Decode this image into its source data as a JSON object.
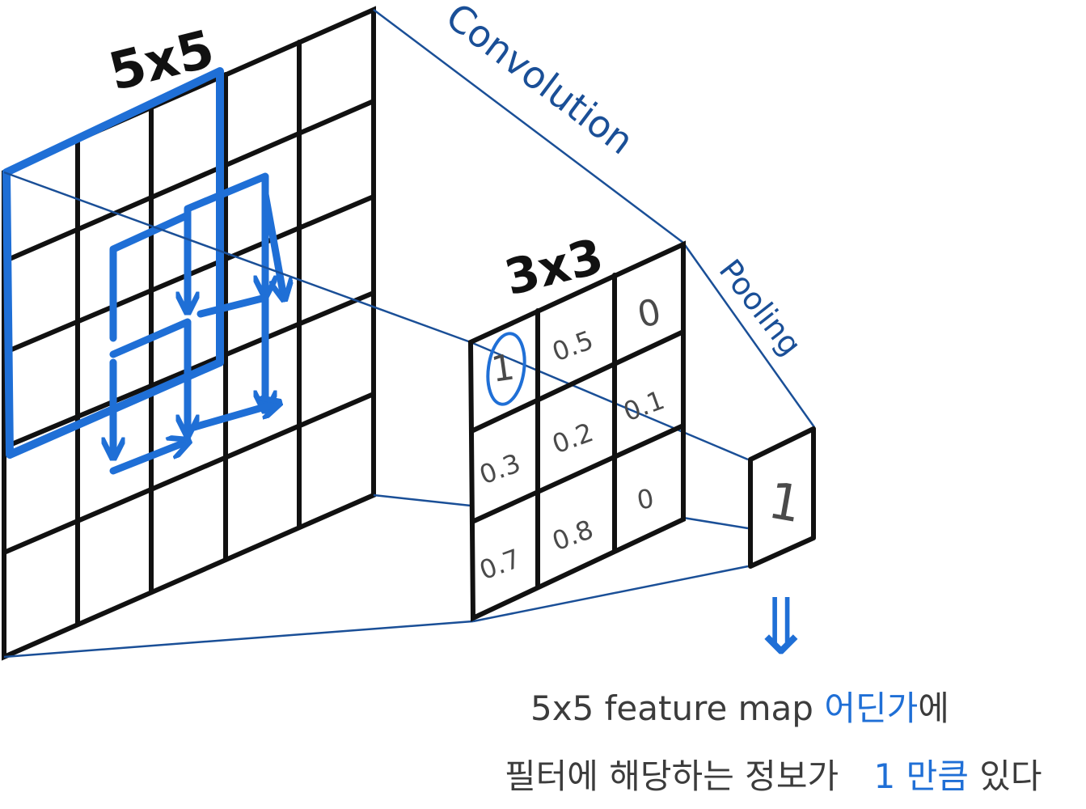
{
  "labels": {
    "input_size": "5x5",
    "filter_size": "3x3",
    "convolution": "Convolution",
    "pooling": "Pooling"
  },
  "filter_values": [
    "1",
    "0.5",
    "0",
    "0.3",
    "0.2",
    "0.1",
    "0.7",
    "0.8",
    "0"
  ],
  "pooled_value": "1",
  "down_arrow": "⇓",
  "caption": {
    "line1_prefix": "5x5 feature map",
    "line1_highlight": "어딘가",
    "line1_suffix": "에",
    "line2_prefix": "필터에 해당하는 정보가",
    "line2_value": "1",
    "line2_highlight": "만큼",
    "line2_suffix": "있다"
  },
  "colors": {
    "grid": "#111111",
    "highlight": "#1f6fd6",
    "connector": "#1a4f97",
    "text": "#3c3c3c"
  }
}
